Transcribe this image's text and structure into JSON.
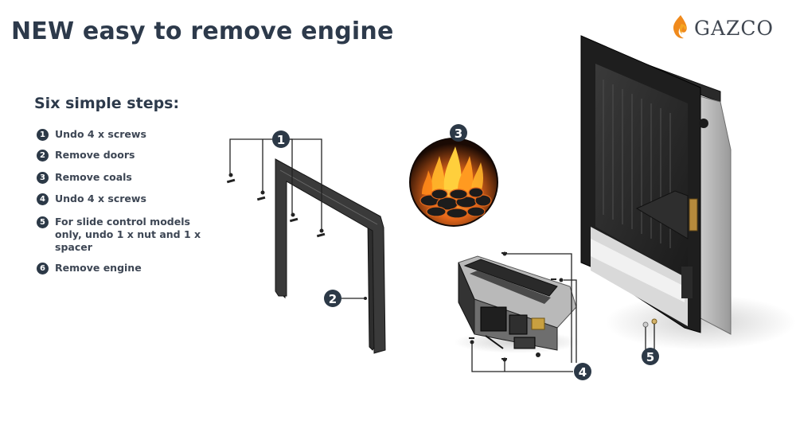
{
  "header": {
    "title": "NEW easy to remove engine"
  },
  "brand": {
    "name": "GAZCO"
  },
  "steps": {
    "title": "Six simple steps:",
    "items": [
      {
        "num": "1",
        "label": "Undo 4 x screws"
      },
      {
        "num": "2",
        "label": "Remove doors"
      },
      {
        "num": "3",
        "label": "Remove coals"
      },
      {
        "num": "4",
        "label": "Undo 4 x screws"
      },
      {
        "num": "5",
        "label": "For slide control models only, undo 1 x nut and 1 x spacer"
      },
      {
        "num": "6",
        "label": "Remove engine"
      }
    ]
  },
  "callouts": {
    "c1": "1",
    "c2": "2",
    "c3": "3",
    "c4": "4",
    "c5": "5"
  },
  "colors": {
    "navy": "#2c3947",
    "flame": "#f08a1c",
    "metal": "#2b2b2b"
  }
}
